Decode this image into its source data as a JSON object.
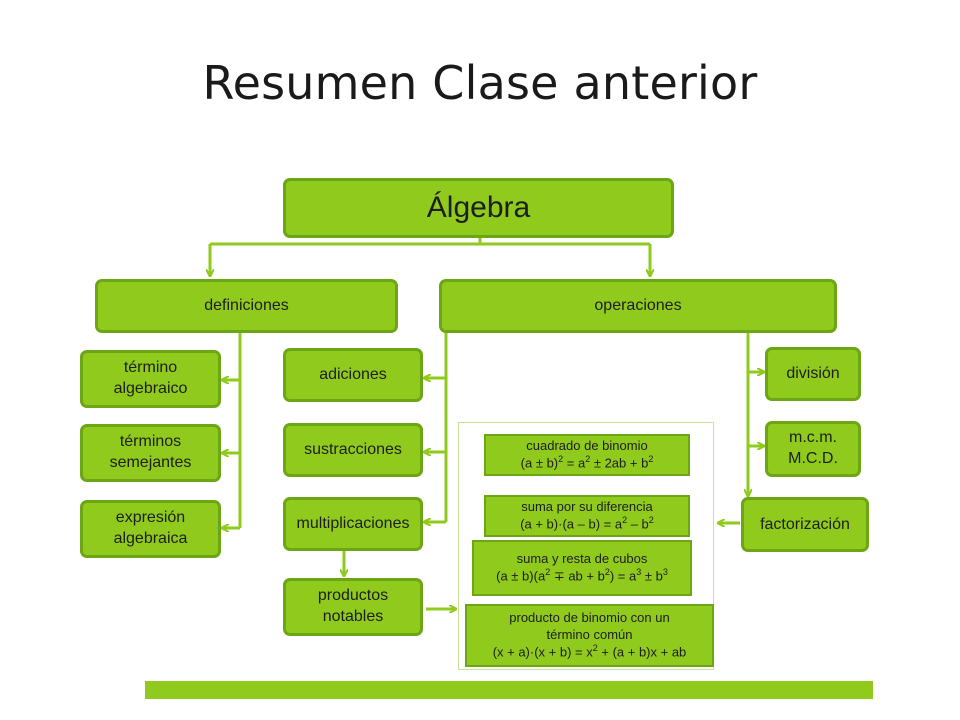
{
  "slide": {
    "title": "Resumen Clase anterior"
  },
  "diagram": {
    "root": "Álgebra",
    "definiciones": {
      "label": "definiciones",
      "children": [
        "término\nalgebraico",
        "términos\nsemejantes",
        "expresión\nalgebraica"
      ]
    },
    "operaciones": {
      "label": "operaciones",
      "left": [
        "adiciones",
        "sustracciones",
        "multiplicaciones"
      ],
      "right": [
        "división",
        "m.c.m.\nM.C.D.",
        "factorización"
      ],
      "productos_notables": "productos\nnotables"
    },
    "formulas": [
      {
        "name": "cuadrado de binomio",
        "formula_parts": [
          "(a ± b)",
          "2",
          " = a",
          "2",
          " ± 2ab + b",
          "2"
        ]
      },
      {
        "name": "suma por su diferencia",
        "formula_parts": [
          "(a + b)·(a – b) = a",
          "2",
          " – b",
          "2"
        ]
      },
      {
        "name": "suma y resta de cubos",
        "formula_parts": [
          "(a ± b)(a",
          "2",
          " ∓ ab + b",
          "2",
          ") = a",
          "3",
          " ± b",
          "3"
        ]
      },
      {
        "name": "producto de binomio con un\ntérmino común",
        "formula_parts": [
          "(x + a)·(x + b) = x",
          "2",
          " + (a + b)x + ab"
        ]
      }
    ]
  },
  "colors": {
    "box_fill": "#8fca1c",
    "box_border": "#6da614",
    "connector": "#8fca1c"
  }
}
